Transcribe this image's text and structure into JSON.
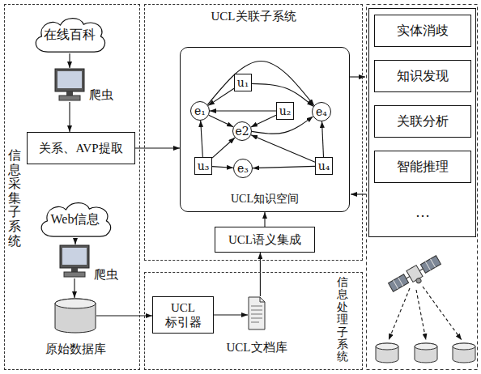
{
  "diagram": {
    "nodes": [
      {
        "text": [
          "信息采集子系统"
        ]
      },
      {
        "text": [
          "在线百科"
        ],
        "in": 0
      },
      {
        "text": [
          "爬虫"
        ],
        "in": 0
      },
      {
        "text": [
          "关系、AVP提取"
        ],
        "in": 0
      },
      {
        "text": [
          "Web信息"
        ],
        "in": 0
      },
      {
        "text": [
          "爬虫"
        ],
        "in": 0
      },
      {
        "text": [
          "原始数据库"
        ],
        "in": 0
      },
      {
        "text": [
          "UCL关联子系统"
        ]
      },
      {
        "text": [
          "UCL知识空间"
        ],
        "in": 7
      },
      {
        "text": [
          "u₁"
        ],
        "in": 8
      },
      {
        "text": [
          "e₁"
        ],
        "in": 8
      },
      {
        "text": [
          "u₂"
        ],
        "in": 8
      },
      {
        "text": [
          "e₄"
        ],
        "in": 8
      },
      {
        "text": [
          "e2"
        ],
        "in": 8
      },
      {
        "text": [
          "u₃"
        ],
        "in": 8
      },
      {
        "text": [
          "e₃"
        ],
        "in": 8
      },
      {
        "text": [
          "u₄"
        ],
        "in": 8
      },
      {
        "text": [
          "UCL语义集成"
        ],
        "in": 7
      },
      {
        "text": [
          "信息处理子系统"
        ]
      },
      {
        "text": [
          "UCL 标引器"
        ],
        "in": 18
      },
      {
        "text": [
          "UCL文档库"
        ],
        "in": 18
      },
      {
        "text": [
          "实体消歧"
        ]
      },
      {
        "text": [
          "知识发现"
        ]
      },
      {
        "text": [
          "关联分析"
        ]
      },
      {
        "text": [
          "智能推理"
        ]
      }
    ],
    "edges": [
      {
        "from": 1,
        "to": 2,
        "arrow": "to"
      },
      {
        "from": 2,
        "to": 3,
        "arrow": "to"
      },
      {
        "from": 3,
        "to": 8,
        "arrow": "to"
      },
      {
        "from": 4,
        "to": 5,
        "arrow": "to"
      },
      {
        "from": 5,
        "to": 6,
        "arrow": "to"
      },
      {
        "from": 6,
        "to": 19,
        "arrow": "to"
      },
      {
        "from": 19,
        "to": 20,
        "arrow": "to"
      },
      {
        "from": 20,
        "to": 17,
        "arrow": "to"
      },
      {
        "from": 17,
        "to": 8,
        "arrow": "to"
      },
      {
        "from": 9,
        "to": 10,
        "arrow": "to"
      },
      {
        "from": 9,
        "to": 12,
        "arrow": "to"
      },
      {
        "from": 10,
        "to": 12,
        "arrow": "to"
      },
      {
        "from": 11,
        "to": 10,
        "arrow": "to"
      },
      {
        "from": 11,
        "to": 13,
        "arrow": "to"
      },
      {
        "from": 10,
        "to": 13,
        "arrow": "to"
      },
      {
        "from": 13,
        "to": 12,
        "arrow": "to"
      },
      {
        "from": 14,
        "to": 10,
        "arrow": "to"
      },
      {
        "from": 14,
        "to": 13,
        "arrow": "to"
      },
      {
        "from": 14,
        "to": 15,
        "arrow": "to"
      },
      {
        "from": 16,
        "to": 15,
        "arrow": "to"
      },
      {
        "from": 16,
        "to": 13,
        "arrow": "to"
      },
      {
        "from": 16,
        "to": 12,
        "arrow": "to"
      }
    ],
    "labels": [
      "…"
    ]
  }
}
